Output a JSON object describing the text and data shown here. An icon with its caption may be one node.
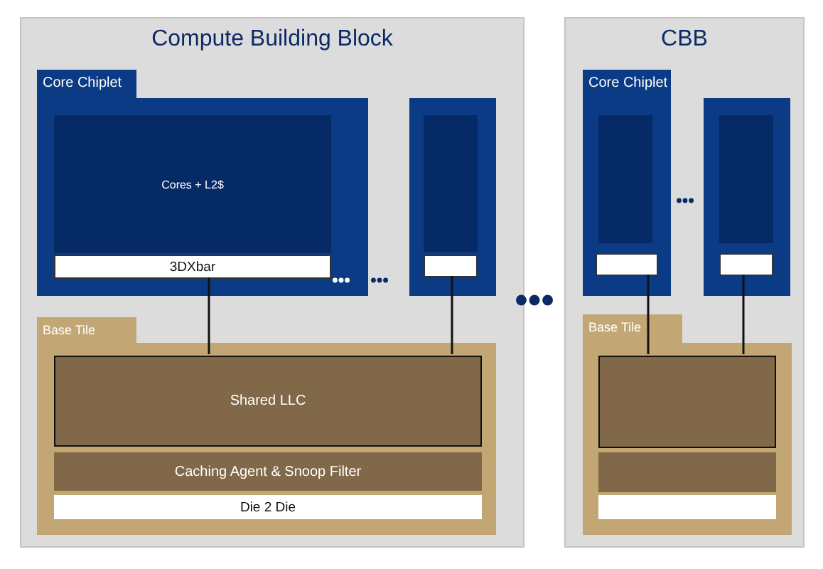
{
  "diagram": {
    "nodes": [
      {
        "text": [
          "Compute Building Block"
        ]
      },
      {
        "text": [
          "Core Chiplet"
        ],
        "in": 0
      },
      {
        "text": [
          "Cores + L2$"
        ],
        "in": 1
      },
      {
        "text": [
          "3DXbar"
        ],
        "in": 1
      },
      {
        "text": [],
        "shape": "box",
        "in": 0
      },
      {
        "text": [],
        "shape": "box",
        "in": 4
      },
      {
        "text": [],
        "shape": "box",
        "in": 4
      },
      {
        "text": [
          "Base Tile"
        ],
        "in": 0
      },
      {
        "text": [
          "Shared LLC"
        ],
        "in": 7
      },
      {
        "text": [
          "Caching Agent & Snoop Filter"
        ],
        "in": 7
      },
      {
        "text": [
          "Die 2 Die"
        ],
        "in": 7
      },
      {
        "text": [
          "CBB"
        ]
      },
      {
        "text": [
          "Core Chiplet"
        ],
        "in": 11
      },
      {
        "text": [],
        "shape": "box",
        "in": 12
      },
      {
        "text": [],
        "shape": "box",
        "in": 12
      },
      {
        "text": [],
        "shape": "box",
        "in": 11
      },
      {
        "text": [],
        "shape": "box",
        "in": 15
      },
      {
        "text": [],
        "shape": "box",
        "in": 15
      },
      {
        "text": [
          "Base Tile"
        ],
        "in": 11
      },
      {
        "text": [],
        "shape": "box",
        "in": 18
      },
      {
        "text": [],
        "shape": "box",
        "in": 18
      },
      {
        "text": [],
        "shape": "box",
        "in": 18
      }
    ],
    "edges": [
      {
        "from": 3,
        "to": 8,
        "arrow": "none"
      },
      {
        "from": 6,
        "to": 8,
        "arrow": "none"
      },
      {
        "from": 14,
        "to": 19,
        "arrow": "none"
      },
      {
        "from": 17,
        "to": 19,
        "arrow": "none"
      }
    ]
  }
}
